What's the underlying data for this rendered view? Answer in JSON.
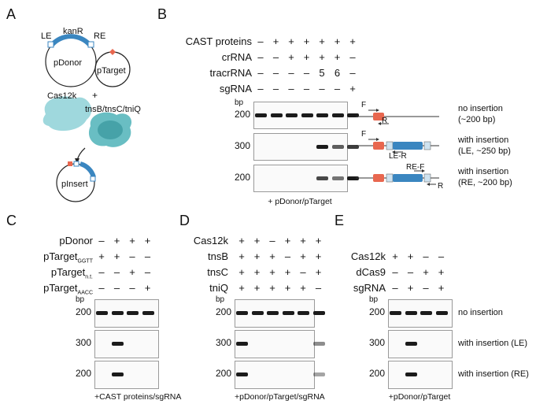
{
  "panels": {
    "A": {
      "letter": "A",
      "labels": {
        "le": "LE",
        "re": "RE",
        "kanR": "kanR",
        "pDonor": "pDonor",
        "pTarget": "pTarget",
        "plus": "+",
        "cas12k": "Cas12k",
        "tns": "tnsB/tnsC/tniQ",
        "pInsert": "pInsert"
      }
    },
    "B": {
      "letter": "B",
      "rows": [
        {
          "label": "CAST proteins",
          "marks": [
            "–",
            "+",
            "+",
            "+",
            "+",
            "+",
            "+"
          ]
        },
        {
          "label": "crRNA",
          "marks": [
            "–",
            "–",
            "+",
            "+",
            "+",
            "+",
            "–"
          ]
        },
        {
          "label": "tracrRNA",
          "marks": [
            "–",
            "–",
            "–",
            "–",
            "5",
            "6",
            "–"
          ]
        },
        {
          "label": "sgRNA",
          "marks": [
            "–",
            "–",
            "–",
            "–",
            "–",
            "–",
            "+"
          ]
        }
      ],
      "bp_unit": "bp",
      "gels": [
        {
          "size": "200",
          "bands": [
            1,
            1,
            1,
            1,
            1,
            1,
            1
          ],
          "note": "no insertion",
          "note2": "(~200 bp)"
        },
        {
          "size": "300",
          "bands": [
            0,
            0,
            0,
            0,
            1,
            0.7,
            0.85
          ],
          "note": "with insertion",
          "note2": "(LE, ~250 bp)"
        },
        {
          "size": "200",
          "bands": [
            0,
            0,
            0,
            0,
            0.8,
            0.6,
            1
          ],
          "note": "with insertion",
          "note2": "(RE, ~200 bp)"
        }
      ],
      "caption": "+ pDonor/pTarget",
      "primers": {
        "f1": "F",
        "r1": "R",
        "f2": "F",
        "ler": "LE-R",
        "ref": "RE-F",
        "r3": "R"
      }
    },
    "C": {
      "letter": "C",
      "rows": [
        {
          "label": "pDonor",
          "sub": "",
          "marks": [
            "–",
            "+",
            "+",
            "+"
          ]
        },
        {
          "label": "pTarget",
          "sub": "GGTT",
          "marks": [
            "+",
            "+",
            "–",
            "–"
          ]
        },
        {
          "label": "pTarget",
          "sub": "n.t.",
          "marks": [
            "–",
            "–",
            "+",
            "–"
          ]
        },
        {
          "label": "pTarget",
          "sub": "AACC",
          "marks": [
            "–",
            "–",
            "–",
            "+"
          ]
        }
      ],
      "bp_unit": "bp",
      "gels": [
        {
          "size": "200",
          "bands": [
            1,
            1,
            1,
            1
          ]
        },
        {
          "size": "300",
          "bands": [
            0,
            1,
            0,
            0
          ]
        },
        {
          "size": "200",
          "bands": [
            0,
            1,
            0,
            0
          ]
        }
      ],
      "caption": "+CAST proteins/sgRNA"
    },
    "D": {
      "letter": "D",
      "rows": [
        {
          "label": "Cas12k",
          "marks": [
            "+",
            "+",
            "–",
            "+",
            "+",
            "+"
          ]
        },
        {
          "label": "tnsB",
          "marks": [
            "+",
            "+",
            "+",
            "–",
            "+",
            "+"
          ]
        },
        {
          "label": "tnsC",
          "marks": [
            "+",
            "+",
            "+",
            "+",
            "–",
            "+"
          ]
        },
        {
          "label": "tniQ",
          "marks": [
            "+",
            "+",
            "+",
            "+",
            "+",
            "–"
          ]
        }
      ],
      "bp_unit": "bp",
      "gels": [
        {
          "size": "200",
          "bands": [
            1,
            1,
            1,
            1,
            1,
            1
          ]
        },
        {
          "size": "300",
          "bands": [
            1,
            0,
            0,
            0,
            0,
            0.5
          ]
        },
        {
          "size": "200",
          "bands": [
            1,
            0,
            0,
            0,
            0,
            0.4
          ]
        }
      ],
      "caption": "+pDonor/pTarget/sgRNA"
    },
    "E": {
      "letter": "E",
      "rows": [
        {
          "label": "Cas12k",
          "marks": [
            "+",
            "+",
            "–",
            "–"
          ]
        },
        {
          "label": "dCas9",
          "marks": [
            "–",
            "–",
            "+",
            "+"
          ]
        },
        {
          "label": "sgRNA",
          "marks": [
            "–",
            "+",
            "–",
            "+"
          ]
        }
      ],
      "bp_unit": "bp",
      "gels": [
        {
          "size": "200",
          "bands": [
            1,
            1,
            1,
            1
          ],
          "note": "no insertion"
        },
        {
          "size": "300",
          "bands": [
            0,
            1,
            0,
            0
          ],
          "note": "with insertion (LE)"
        },
        {
          "size": "200",
          "bands": [
            0,
            1,
            0,
            0
          ],
          "note": "with insertion (RE)"
        }
      ],
      "caption": "+pDonor/pTarget"
    }
  },
  "colors": {
    "kanR": "#3a86c0",
    "cas12k": "#9fd8dd",
    "tns": "#4fb3b8",
    "tag": "#e8674f",
    "box": "#cfe3f0"
  }
}
